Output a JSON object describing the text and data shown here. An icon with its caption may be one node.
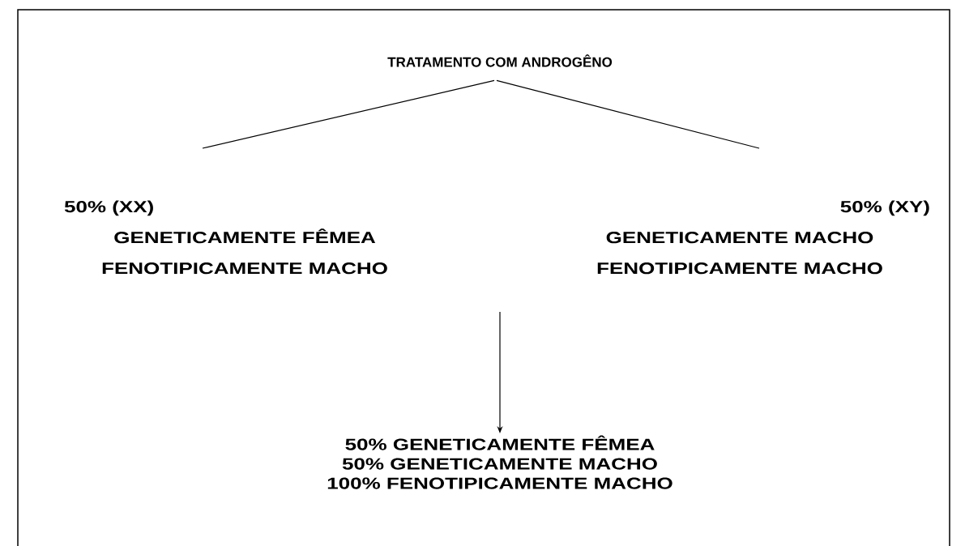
{
  "diagram": {
    "nodes": [
      {
        "text": [
          "TRATAMENTO COM ANDROGÊNO"
        ]
      },
      {
        "text": [
          "50% (XX)",
          "GENETICAMENTE FÊMEA",
          "FENOTIPICAMENTE MACHO"
        ]
      },
      {
        "text": [
          "50% (XY)",
          "GENETICAMENTE MACHO",
          "FENOTIPICAMENTE MACHO"
        ]
      },
      {
        "text": [
          "50% GENETICAMENTE FÊMEA",
          "50% GENETICAMENTE MACHO",
          "100% FENOTIPICAMENTE MACHO"
        ]
      }
    ],
    "edges": [
      {
        "from": 0,
        "to": 1,
        "arrow": "none"
      },
      {
        "from": 0,
        "to": 2,
        "arrow": "none"
      },
      {
        "from": null,
        "to": 3,
        "arrow": "to"
      }
    ]
  }
}
